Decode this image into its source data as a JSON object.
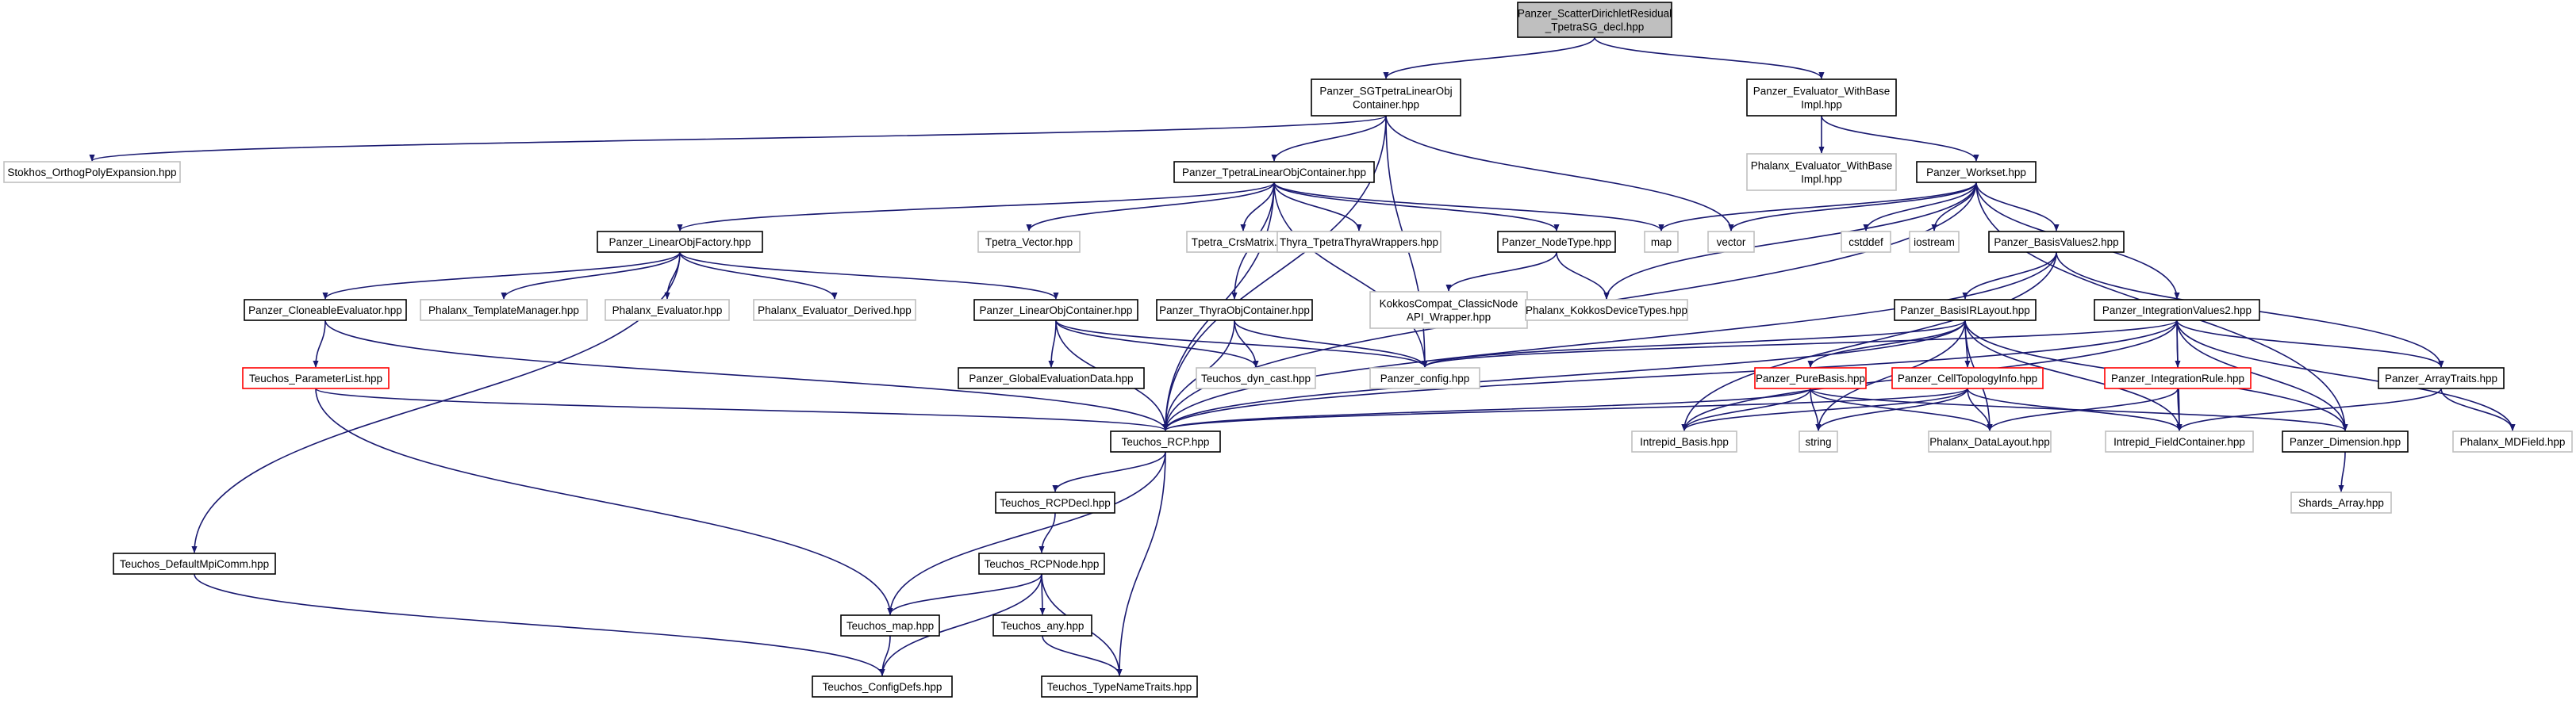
{
  "colors": {
    "edge": "#191970",
    "node_border": "#000000",
    "node_external_border": "#bfbfbf",
    "node_incomplete_border": "#ff0000",
    "node_root_fill": "#bfbfbf",
    "text_external": "#404040"
  },
  "nodes": {
    "root": {
      "lines": [
        "Panzer_ScatterDirichletResidual",
        "_TpetraSG_decl.hpp"
      ],
      "style": "root"
    },
    "sgtpetra": {
      "lines": [
        "Panzer_SGTpetraLinearObj",
        "Container.hpp"
      ],
      "style": "normal"
    },
    "evalbase": {
      "lines": [
        "Panzer_Evaluator_WithBase",
        "Impl.hpp"
      ],
      "style": "normal"
    },
    "stokhos": {
      "lines": [
        "Stokhos_OrthogPolyExpansion.hpp"
      ],
      "style": "external"
    },
    "phalanx_ewbi": {
      "lines": [
        "Phalanx_Evaluator_WithBase",
        "Impl.hpp"
      ],
      "style": "external"
    },
    "tpetraloc": {
      "lines": [
        "Panzer_TpetraLinearObjContainer.hpp"
      ],
      "style": "normal"
    },
    "workset": {
      "lines": [
        "Panzer_Workset.hpp"
      ],
      "style": "normal"
    },
    "linfactory": {
      "lines": [
        "Panzer_LinearObjFactory.hpp"
      ],
      "style": "normal"
    },
    "tpetra_vector": {
      "lines": [
        "Tpetra_Vector.hpp"
      ],
      "style": "external"
    },
    "tpetra_crs": {
      "lines": [
        "Tpetra_CrsMatrix.hpp"
      ],
      "style": "external"
    },
    "thyra_wrappers": {
      "lines": [
        "Thyra_TpetraThyraWrappers.hpp"
      ],
      "style": "external"
    },
    "nodetype": {
      "lines": [
        "Panzer_NodeType.hpp"
      ],
      "style": "normal"
    },
    "map": {
      "lines": [
        "map"
      ],
      "style": "external"
    },
    "vector": {
      "lines": [
        "vector"
      ],
      "style": "external"
    },
    "cstddef": {
      "lines": [
        "cstddef"
      ],
      "style": "external"
    },
    "iostream": {
      "lines": [
        "iostream"
      ],
      "style": "external"
    },
    "basisvalues2": {
      "lines": [
        "Panzer_BasisValues2.hpp"
      ],
      "style": "normal"
    },
    "cloneable": {
      "lines": [
        "Panzer_CloneableEvaluator.hpp"
      ],
      "style": "normal"
    },
    "phx_tm": {
      "lines": [
        "Phalanx_TemplateManager.hpp"
      ],
      "style": "external"
    },
    "phx_eval": {
      "lines": [
        "Phalanx_Evaluator.hpp"
      ],
      "style": "external"
    },
    "phx_evald": {
      "lines": [
        "Phalanx_Evaluator_Derived.hpp"
      ],
      "style": "external"
    },
    "linobj": {
      "lines": [
        "Panzer_LinearObjContainer.hpp"
      ],
      "style": "normal"
    },
    "thyraobj": {
      "lines": [
        "Panzer_ThyraObjContainer.hpp"
      ],
      "style": "normal"
    },
    "kokkoscompat": {
      "lines": [
        "KokkosCompat_ClassicNode",
        "API_Wrapper.hpp"
      ],
      "style": "external"
    },
    "phx_kdt": {
      "lines": [
        "Phalanx_KokkosDeviceTypes.hpp"
      ],
      "style": "external"
    },
    "basisirlayout": {
      "lines": [
        "Panzer_BasisIRLayout.hpp"
      ],
      "style": "normal"
    },
    "intvalues2": {
      "lines": [
        "Panzer_IntegrationValues2.hpp"
      ],
      "style": "normal"
    },
    "paramlist": {
      "lines": [
        "Teuchos_ParameterList.hpp"
      ],
      "style": "incomplete"
    },
    "globaleval": {
      "lines": [
        "Panzer_GlobalEvaluationData.hpp"
      ],
      "style": "normal"
    },
    "dyncast": {
      "lines": [
        "Teuchos_dyn_cast.hpp"
      ],
      "style": "external"
    },
    "panzer_config": {
      "lines": [
        "Panzer_config.hpp"
      ],
      "style": "external"
    },
    "purebasis": {
      "lines": [
        "Panzer_PureBasis.hpp"
      ],
      "style": "incomplete"
    },
    "celltopo": {
      "lines": [
        "Panzer_CellTopologyInfo.hpp"
      ],
      "style": "incomplete"
    },
    "intrule": {
      "lines": [
        "Panzer_IntegrationRule.hpp"
      ],
      "style": "incomplete"
    },
    "arraytraits": {
      "lines": [
        "Panzer_ArrayTraits.hpp"
      ],
      "style": "normal"
    },
    "rcp": {
      "lines": [
        "Teuchos_RCP.hpp"
      ],
      "style": "normal"
    },
    "intrepid_basis": {
      "lines": [
        "Intrepid_Basis.hpp"
      ],
      "style": "external"
    },
    "string": {
      "lines": [
        "string"
      ],
      "style": "external"
    },
    "phx_datalayout": {
      "lines": [
        "Phalanx_DataLayout.hpp"
      ],
      "style": "external"
    },
    "intrepid_fc": {
      "lines": [
        "Intrepid_FieldContainer.hpp"
      ],
      "style": "external"
    },
    "dimension": {
      "lines": [
        "Panzer_Dimension.hpp"
      ],
      "style": "normal"
    },
    "phx_mdfield": {
      "lines": [
        "Phalanx_MDField.hpp"
      ],
      "style": "external"
    },
    "rcpdecl": {
      "lines": [
        "Teuchos_RCPDecl.hpp"
      ],
      "style": "normal"
    },
    "shards": {
      "lines": [
        "Shards_Array.hpp"
      ],
      "style": "external"
    },
    "defaultmpi": {
      "lines": [
        "Teuchos_DefaultMpiComm.hpp"
      ],
      "style": "normal"
    },
    "rcpnode": {
      "lines": [
        "Teuchos_RCPNode.hpp"
      ],
      "style": "normal"
    },
    "teuchos_map": {
      "lines": [
        "Teuchos_map.hpp"
      ],
      "style": "normal"
    },
    "teuchos_any": {
      "lines": [
        "Teuchos_any.hpp"
      ],
      "style": "normal"
    },
    "configdefs": {
      "lines": [
        "Teuchos_ConfigDefs.hpp"
      ],
      "style": "normal"
    },
    "typenametraits": {
      "lines": [
        "Teuchos_TypeNameTraits.hpp"
      ],
      "style": "normal"
    }
  },
  "edges": [
    [
      "root",
      "sgtpetra"
    ],
    [
      "root",
      "evalbase"
    ],
    [
      "sgtpetra",
      "stokhos"
    ],
    [
      "sgtpetra",
      "tpetraloc"
    ],
    [
      "sgtpetra",
      "vector"
    ],
    [
      "sgtpetra",
      "rcp"
    ],
    [
      "sgtpetra",
      "panzer_config"
    ],
    [
      "evalbase",
      "phalanx_ewbi"
    ],
    [
      "evalbase",
      "workset"
    ],
    [
      "tpetraloc",
      "linfactory"
    ],
    [
      "tpetraloc",
      "tpetra_vector"
    ],
    [
      "tpetraloc",
      "tpetra_crs"
    ],
    [
      "tpetraloc",
      "thyra_wrappers"
    ],
    [
      "tpetraloc",
      "nodetype"
    ],
    [
      "tpetraloc",
      "map"
    ],
    [
      "tpetraloc",
      "thyraobj"
    ],
    [
      "tpetraloc",
      "rcp"
    ],
    [
      "tpetraloc",
      "panzer_config"
    ],
    [
      "workset",
      "map"
    ],
    [
      "workset",
      "vector"
    ],
    [
      "workset",
      "cstddef"
    ],
    [
      "workset",
      "iostream"
    ],
    [
      "workset",
      "basisvalues2"
    ],
    [
      "workset",
      "intvalues2"
    ],
    [
      "workset",
      "phx_kdt"
    ],
    [
      "workset",
      "rcp"
    ],
    [
      "workset",
      "dimension"
    ],
    [
      "linfactory",
      "cloneable"
    ],
    [
      "linfactory",
      "phx_tm"
    ],
    [
      "linfactory",
      "phx_eval"
    ],
    [
      "linfactory",
      "phx_evald"
    ],
    [
      "linfactory",
      "linobj"
    ],
    [
      "linfactory",
      "defaultmpi"
    ],
    [
      "nodetype",
      "kokkoscompat"
    ],
    [
      "nodetype",
      "phx_kdt"
    ],
    [
      "basisvalues2",
      "basisirlayout"
    ],
    [
      "basisvalues2",
      "arraytraits"
    ],
    [
      "basisvalues2",
      "intrepid_basis"
    ],
    [
      "basisvalues2",
      "rcp"
    ],
    [
      "cloneable",
      "paramlist"
    ],
    [
      "cloneable",
      "rcp"
    ],
    [
      "linobj",
      "globaleval"
    ],
    [
      "linobj",
      "dyncast"
    ],
    [
      "linobj",
      "rcp"
    ],
    [
      "linobj",
      "panzer_config"
    ],
    [
      "thyraobj",
      "dyncast"
    ],
    [
      "thyraobj",
      "rcp"
    ],
    [
      "thyraobj",
      "panzer_config"
    ],
    [
      "basisirlayout",
      "purebasis"
    ],
    [
      "basisirlayout",
      "celltopo"
    ],
    [
      "basisirlayout",
      "phx_datalayout"
    ],
    [
      "basisirlayout",
      "rcp"
    ],
    [
      "basisirlayout",
      "string"
    ],
    [
      "basisirlayout",
      "dimension"
    ],
    [
      "basisirlayout",
      "panzer_config"
    ],
    [
      "basisirlayout",
      "intrepid_fc"
    ],
    [
      "intvalues2",
      "intrule"
    ],
    [
      "intvalues2",
      "arraytraits"
    ],
    [
      "intvalues2",
      "dimension"
    ],
    [
      "intvalues2",
      "intrepid_fc"
    ],
    [
      "intvalues2",
      "phx_mdfield"
    ],
    [
      "intvalues2",
      "rcp"
    ],
    [
      "intvalues2",
      "panzer_config"
    ],
    [
      "intvalues2",
      "intrepid_basis"
    ],
    [
      "paramlist",
      "rcp"
    ],
    [
      "paramlist",
      "teuchos_map"
    ],
    [
      "purebasis",
      "string"
    ],
    [
      "purebasis",
      "intrepid_basis"
    ],
    [
      "purebasis",
      "phx_datalayout"
    ],
    [
      "purebasis",
      "rcp"
    ],
    [
      "purebasis",
      "dimension"
    ],
    [
      "celltopo",
      "string"
    ],
    [
      "celltopo",
      "phx_datalayout"
    ],
    [
      "celltopo",
      "rcp"
    ],
    [
      "celltopo",
      "intrepid_basis"
    ],
    [
      "celltopo",
      "intrepid_fc"
    ],
    [
      "intrule",
      "phx_datalayout"
    ],
    [
      "intrule",
      "intrepid_fc"
    ],
    [
      "arraytraits",
      "intrepid_fc"
    ],
    [
      "arraytraits",
      "phx_mdfield"
    ],
    [
      "dimension",
      "shards"
    ],
    [
      "rcp",
      "rcpdecl"
    ],
    [
      "rcp",
      "teuchos_map"
    ],
    [
      "rcp",
      "typenametraits"
    ],
    [
      "rcpdecl",
      "rcpnode"
    ],
    [
      "rcpnode",
      "teuchos_map"
    ],
    [
      "rcpnode",
      "teuchos_any"
    ],
    [
      "rcpnode",
      "configdefs"
    ],
    [
      "rcpnode",
      "typenametraits"
    ],
    [
      "teuchos_map",
      "configdefs"
    ],
    [
      "teuchos_any",
      "typenametraits"
    ],
    [
      "defaultmpi",
      "configdefs"
    ]
  ]
}
